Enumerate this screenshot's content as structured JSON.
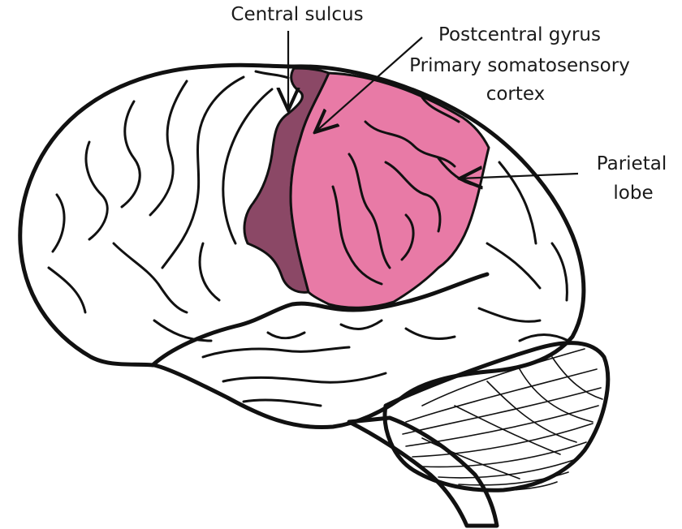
{
  "labels": {
    "central_sulcus": "Central sulcus",
    "postcentral_gyrus": "Postcentral gyrus",
    "primary_somatosensory": "Primary somatosensory",
    "cortex": "cortex",
    "parietal_line1": "Parietal",
    "parietal_line2": "lobe"
  },
  "colors": {
    "postcentral_gyrus": "#8b4866",
    "parietal_lobe": "#e87aa6",
    "outline": "#111111",
    "background": "#ffffff"
  }
}
